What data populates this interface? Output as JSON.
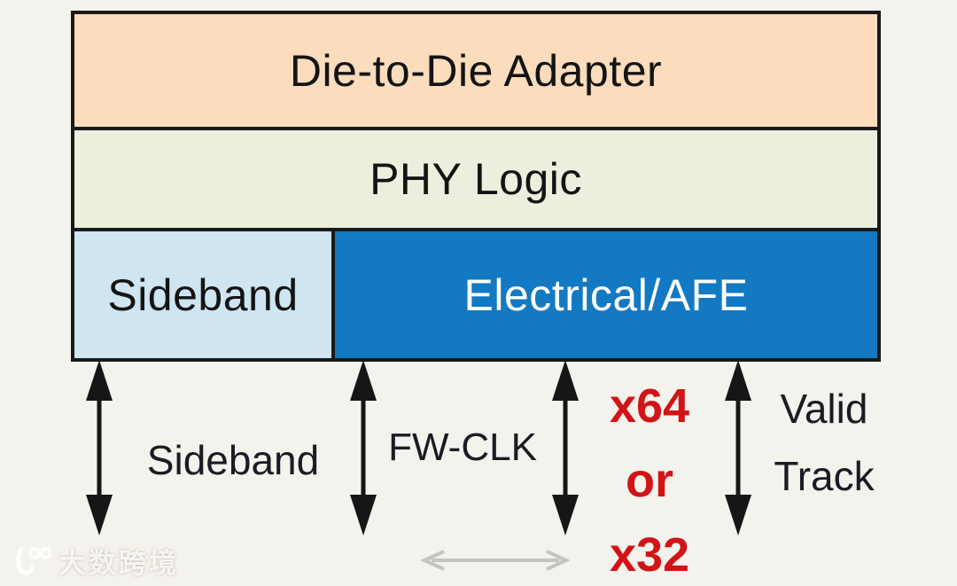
{
  "stack": {
    "adapter": "Die-to-Die Adapter",
    "phy": "PHY Logic",
    "sideband": "Sideband",
    "electrical": "Electrical/AFE"
  },
  "annotations": {
    "sideband_channel": "Sideband",
    "fw_clk": "FW-CLK",
    "mainband_width": {
      "line1": "x64",
      "line2": "or",
      "line3": "x32"
    },
    "valid_track": {
      "line1": "Valid",
      "line2": "Track"
    }
  },
  "icons": {
    "vertical_double_arrow": "vertical-double-arrow-icon",
    "horizontal_double_arrow": "horizontal-double-arrow-icon",
    "brand_logo": "brand-logo-icon"
  },
  "colors": {
    "background": "#f4f2ec",
    "adapter_box": "#fbdcbc",
    "phy_box": "#ebefdd",
    "sideband_box": "#cfe5f1",
    "electrical_box": "#1379c2",
    "box_border": "#191919",
    "annotation_text": "#1b1b24",
    "mainband_red": "#d11417",
    "arrow_black": "#161616",
    "arrow_gray": "#c3c3c3"
  },
  "watermark": {
    "text": "大数跨境"
  }
}
